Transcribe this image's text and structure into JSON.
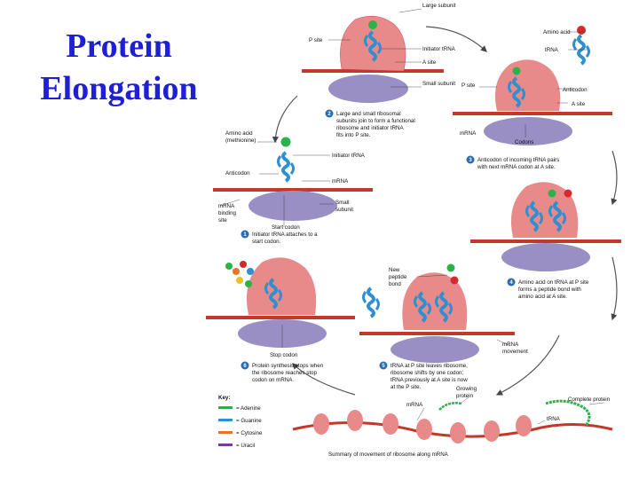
{
  "title": {
    "line1": "Protein",
    "line2": "Elongation"
  },
  "labels": {
    "large_subunit": "Large subunit",
    "p_site": "P site",
    "initiator_trna_top": "Initiator tRNA",
    "a_site_top": "A site",
    "small_subunit_top": "Small subunit",
    "amino_acid_right": "Amino acid",
    "trna_right": "tRNA",
    "p_site_right": "P site",
    "anticodon_right": "Anticodon",
    "a_site_right": "A site",
    "mrna_right": "mRNA",
    "codons": "Codons",
    "amino_acid_left_1": "Amino acid",
    "amino_acid_left_2": "(methionine)",
    "initiator_trna_left": "Initiator tRNA",
    "anticodon_left": "Anticodon",
    "mrna_left": "mRNA",
    "mrna_binding_1": "mRNA",
    "mrna_binding_2": "binding",
    "mrna_binding_3": "site",
    "small_subunit_left_1": "Small",
    "small_subunit_left_2": "subunit",
    "start_codon": "Start codon",
    "new_peptide_1": "New",
    "new_peptide_2": "peptide",
    "new_peptide_3": "bond",
    "stop_codon": "Stop codon",
    "mrna_movement_1": "mRNA",
    "mrna_movement_2": "movement",
    "mrna_bottom": "mRNA",
    "growing_protein_1": "Growing",
    "growing_protein_2": "protein",
    "complete_protein": "Complete protein",
    "trna_bottom": "tRNA",
    "summary": "Summary of movement of ribosome along mRNA"
  },
  "steps": [
    {
      "num": "1",
      "lines": [
        "Initiator tRNA attaches to a",
        "start codon."
      ]
    },
    {
      "num": "2",
      "lines": [
        "Large and small ribosomal",
        "subunits join to form a functional",
        "ribosome and initiator tRNA",
        "fits into P site."
      ]
    },
    {
      "num": "3",
      "lines": [
        "Anticodon of incoming tRNA pairs",
        "with next mRNA codon at A site."
      ]
    },
    {
      "num": "4",
      "lines": [
        "Amino acid on tRNA at P site",
        "forms a peptide bond with",
        "amino acid at A site."
      ]
    },
    {
      "num": "5",
      "lines": [
        "tRNA at P site leaves ribosome,",
        "ribosome shifts by one codon;",
        "tRNA previously at A site is now",
        "at the P site."
      ]
    },
    {
      "num": "6",
      "lines": [
        "Protein synthesis stops when",
        "the ribosome reaches stop",
        "codon on mRNA."
      ]
    }
  ],
  "key": {
    "title": "Key:",
    "items": [
      {
        "label": "= Adenine",
        "color": "#3aa655"
      },
      {
        "label": "= Guanine",
        "color": "#2f8fd0"
      },
      {
        "label": "= Cytosine",
        "color": "#e8742a"
      },
      {
        "label": "= Uracil",
        "color": "#7a3a9a"
      }
    ]
  },
  "colors": {
    "title": "#1f1fd6",
    "ribosome_large": "#e98a8a",
    "ribosome_small": "#9a8fc4",
    "mrna": "#c0392b",
    "trna": "#2f8fd0",
    "amino_green": "#2db24a",
    "amino_red": "#d42a2a",
    "step_circle": "#2b6cb0"
  }
}
